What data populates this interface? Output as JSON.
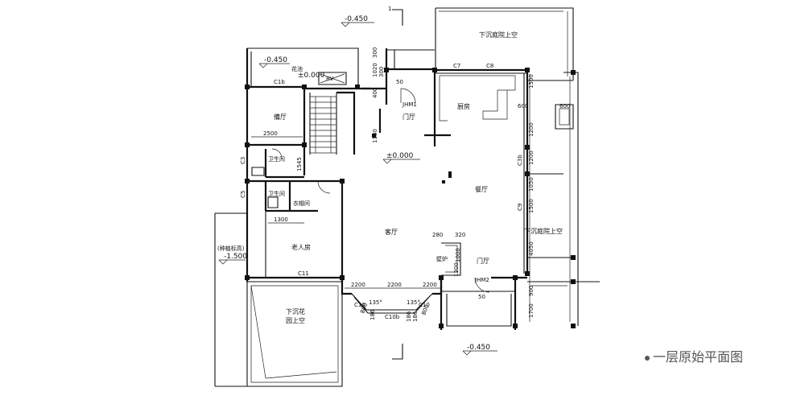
{
  "rooms": {
    "sunken_top_right": "下沉庭院上空",
    "kitchen": "厨房",
    "foyer_top": "门厅",
    "prep": "備厅",
    "bath1": "卫生间",
    "bath2": "卫生间",
    "closet": "衣帽间",
    "elderly": "老人房",
    "dining": "餐厅",
    "living": "客厅",
    "sunken_right": "下沉庭院上空",
    "foyer_bottom": "门厅",
    "fireplace": "壁炉",
    "garden_line1": "下沉花",
    "garden_line2": "园上空",
    "planter": "花池",
    "rv_label": "RV",
    "planting_soil": "(种植标高)"
  },
  "levels": {
    "top": "-0.450",
    "left_top": "-0.450",
    "zero_small": "±0.000",
    "zero_main": "±0.000",
    "planting": "-1.500",
    "bottom": "-0.450"
  },
  "axis_marker": "1",
  "dimensions": {
    "top_v1": "300",
    "top_v2": "1020",
    "top_v3": "300",
    "top_v4": "400",
    "top_v5": "50",
    "top_v6": "1180",
    "prep_w": "2500",
    "stair_v": "1545",
    "left_w": "1300",
    "right_v1": "1500",
    "right_v2": "1200",
    "right_v3": "1200",
    "right_v4": "1050",
    "right_v5": "1500",
    "right_v6": "4050",
    "right_v7": "900",
    "right_v8": "1700",
    "right_h1": "600",
    "right_h2": "600",
    "bay1": "2200",
    "bay2": "2200",
    "bay3": "2200",
    "fire_a": "280",
    "fire_b": "320",
    "fire_c": "1000",
    "fire_d": "1200",
    "door_50": "50",
    "bay_small1": "800",
    "bay_small2": "186",
    "bay_small3": "186",
    "bay_small4": "186",
    "bay_small5": "800",
    "angle1": "135°",
    "angle2": "135°"
  },
  "tags": {
    "c7": "C7",
    "c8": "C8",
    "c1b": "C1b",
    "c3": "C3",
    "c5": "C5",
    "c3b": "C3b",
    "c9": "C9",
    "c11": "C11",
    "c10": "C10",
    "c10b": "C10b",
    "c10c": "C10",
    "jhm1": "JHM1",
    "jhm2": "JHM2"
  },
  "caption": "一层原始平面图"
}
